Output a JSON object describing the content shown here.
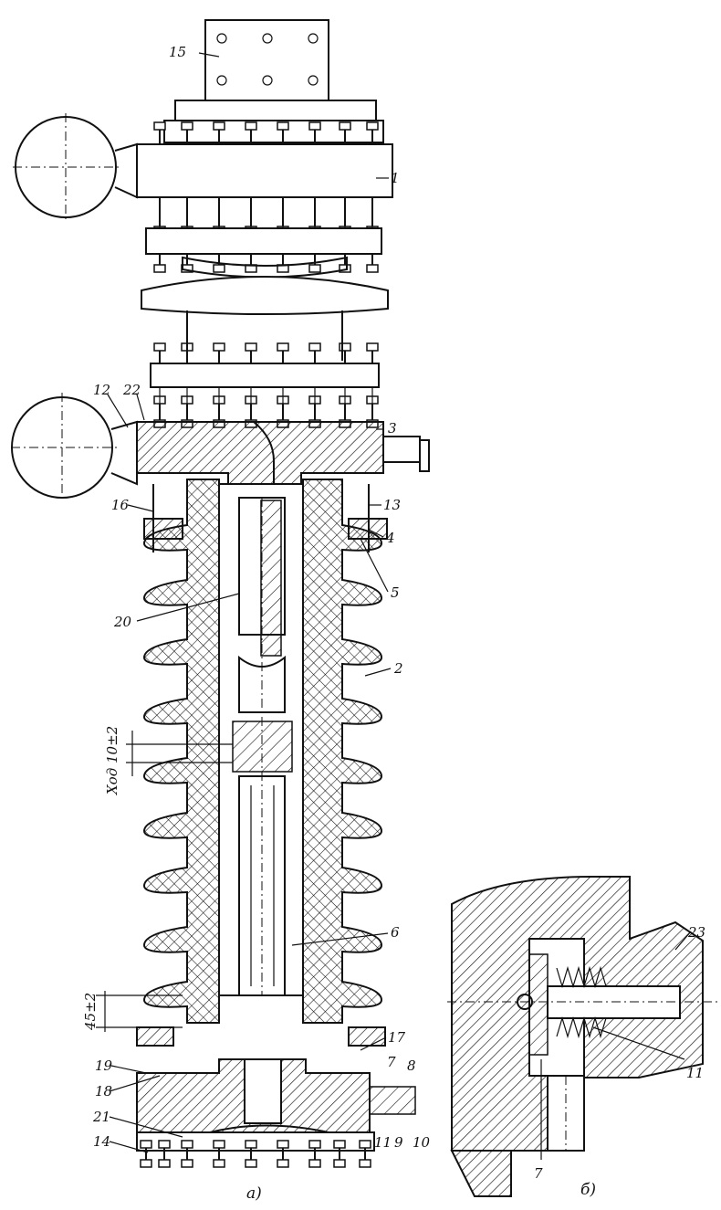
{
  "labels": {
    "l1": "1",
    "l2": "2",
    "l3": "3",
    "l4": "4",
    "l5": "5",
    "l6": "6",
    "l7": "7",
    "l7b": "7",
    "l8": "8",
    "l9": "9",
    "l10": "10",
    "l11": "11",
    "l11b": "11",
    "l12": "12",
    "l13": "13",
    "l14": "14",
    "l15": "15",
    "l16": "16",
    "l17": "17",
    "l18": "18",
    "l19": "19",
    "l20": "20",
    "l21": "21",
    "l22": "22",
    "l23": "23"
  },
  "dimensions": {
    "stroke": "Ход 10±2",
    "height": "45±2"
  },
  "captions": {
    "a": "а)",
    "b": "б)"
  },
  "colors": {
    "line": "#111111",
    "paper": "#ffffff"
  }
}
